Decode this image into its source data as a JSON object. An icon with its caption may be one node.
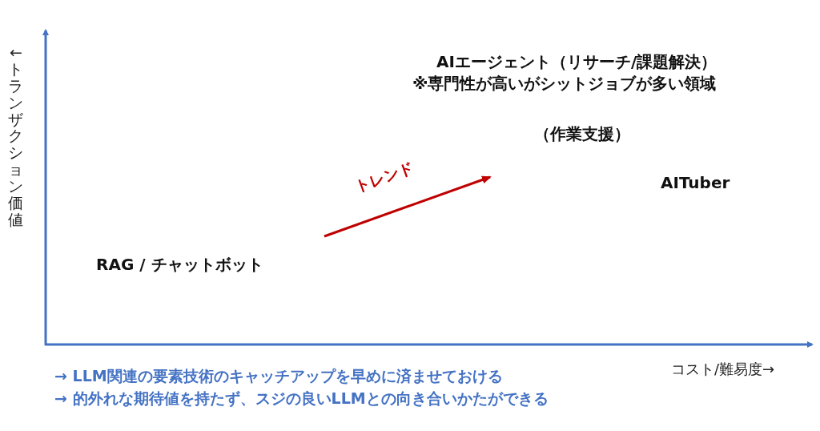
{
  "diagram": {
    "labels": [
      "←トランザクション価値",
      "AIエージェント（リサーチ/課題解決）",
      "※専門性が高いがシットジョブが多い領域",
      "（作業支援）",
      "トレンド",
      "AITuber",
      "RAG / チャットボット",
      "→ LLM関連の要素技術のキャッチアップを早めに済ませておける",
      "コスト/難易度→",
      "→ 的外れな期待値を持たず、スジの良いLLMとの向き合いかたができる"
    ]
  }
}
